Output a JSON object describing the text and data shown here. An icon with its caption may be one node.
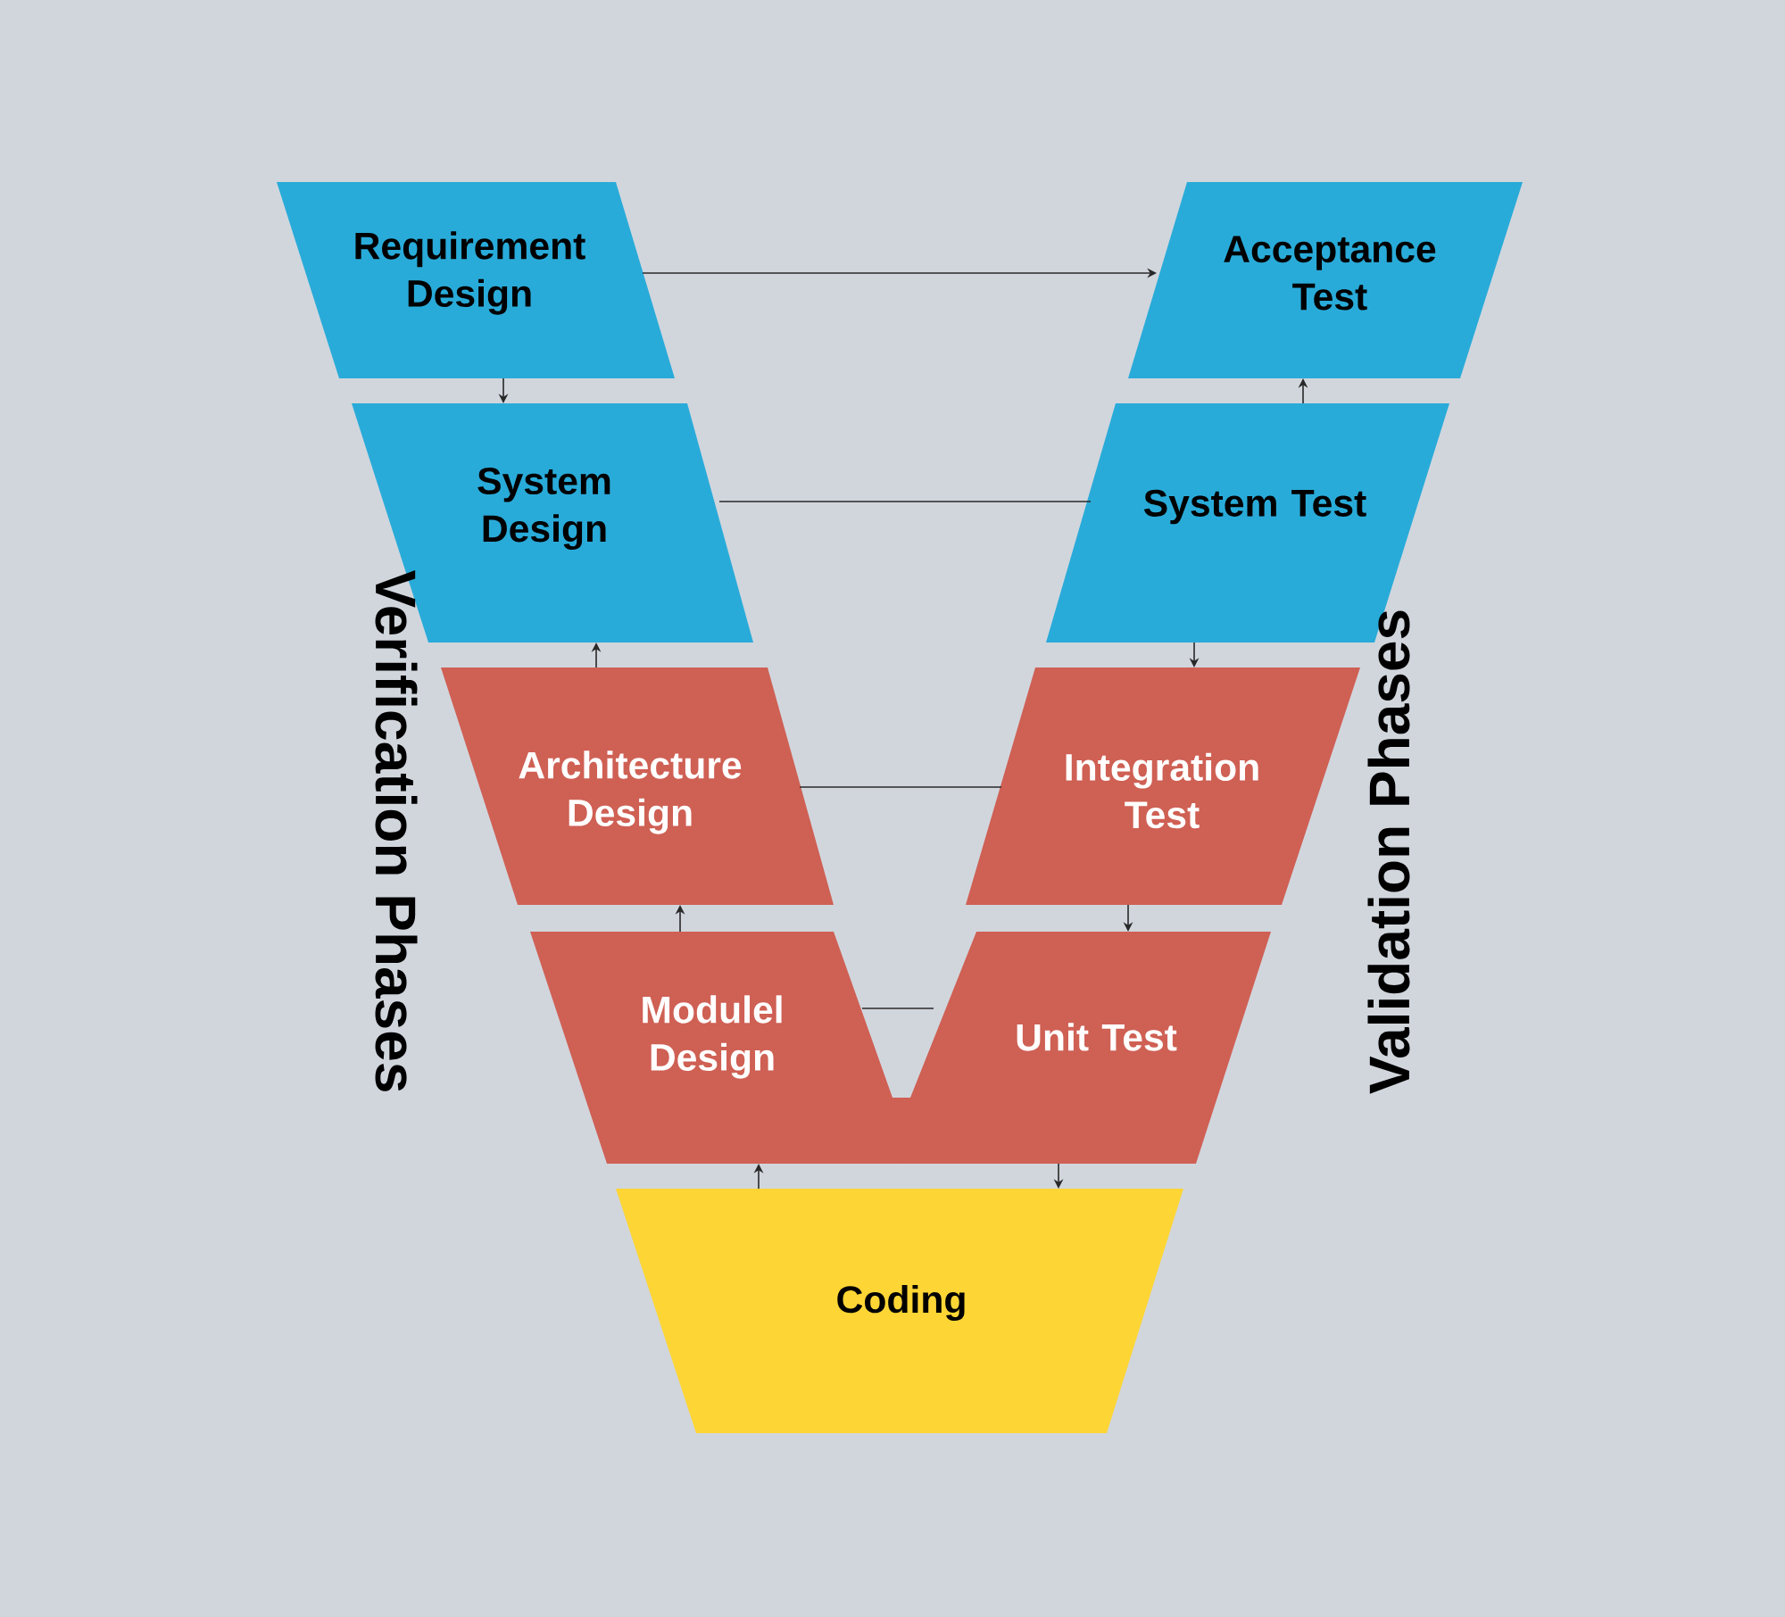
{
  "diagram": {
    "nodes": [
      {
        "text": [
          "Requirement Design"
        ]
      },
      {
        "text": [
          "Acceptance Test"
        ]
      },
      {
        "text": [
          "System Design"
        ]
      },
      {
        "text": [
          "System Test"
        ]
      },
      {
        "text": [
          "Architecture Design"
        ]
      },
      {
        "text": [
          "Integration Test"
        ]
      },
      {
        "text": [
          "Modulel Design"
        ]
      },
      {
        "text": [
          "Unit Test"
        ]
      },
      {
        "text": [
          "Coding"
        ]
      }
    ],
    "edges": [
      {
        "from": 0,
        "to": 1,
        "arrow": "to"
      },
      {
        "from": 0,
        "to": 2,
        "arrow": "to"
      },
      {
        "from": 4,
        "to": 2,
        "arrow": "to"
      },
      {
        "from": 6,
        "to": 4,
        "arrow": "to"
      },
      {
        "from": 8,
        "to": 6,
        "arrow": "to"
      },
      {
        "from": 7,
        "to": 8,
        "arrow": "to"
      },
      {
        "from": 5,
        "to": 7,
        "arrow": "to"
      },
      {
        "from": 3,
        "to": 5,
        "arrow": "to"
      },
      {
        "from": 3,
        "to": 1,
        "arrow": "to"
      },
      {
        "from": 2,
        "to": 3,
        "arrow": "none"
      },
      {
        "from": 4,
        "to": 5,
        "arrow": "none"
      },
      {
        "from": 6,
        "to": 7,
        "arrow": "none"
      }
    ],
    "labels": [
      "Verification Phases",
      "Validation Phases"
    ]
  }
}
